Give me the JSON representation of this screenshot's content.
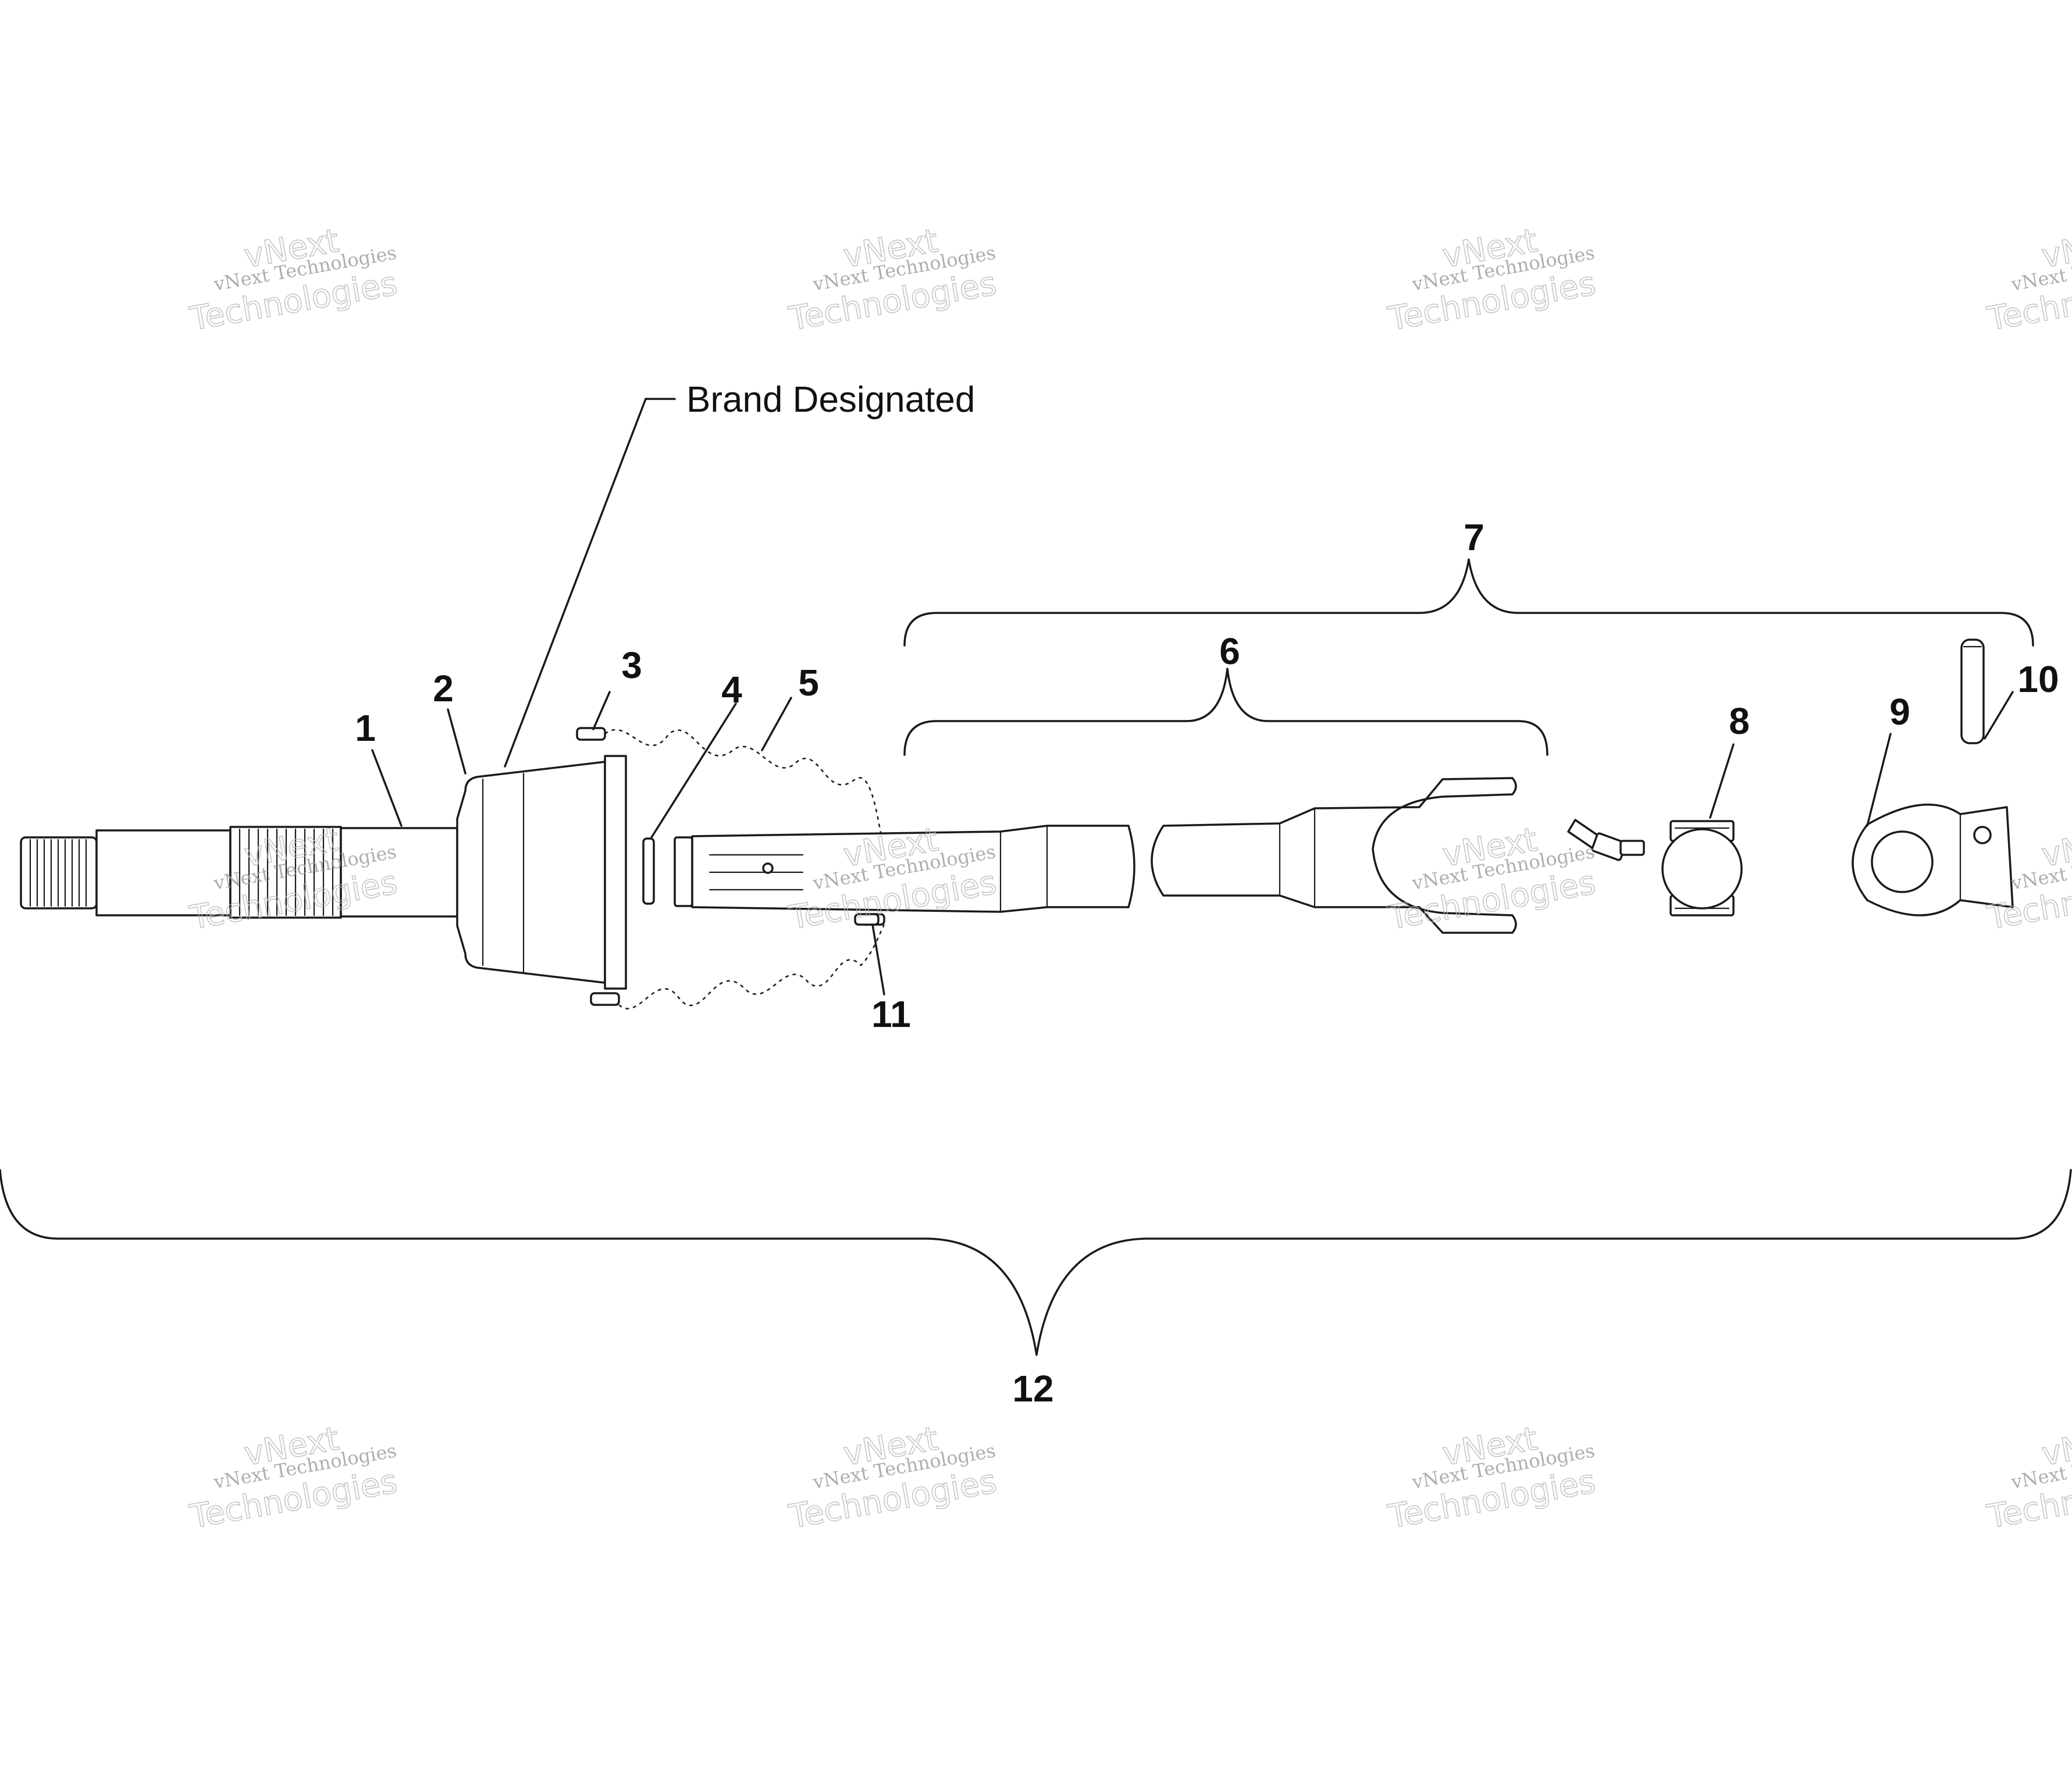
{
  "diagram": {
    "note": "Brand Designated",
    "callouts": [
      "1",
      "2",
      "3",
      "4",
      "5",
      "6",
      "7",
      "8",
      "9",
      "10",
      "11",
      "12"
    ]
  },
  "watermark": {
    "small": "vNext Technologies",
    "large_top": "vNext",
    "large_bottom": "Technologies"
  }
}
